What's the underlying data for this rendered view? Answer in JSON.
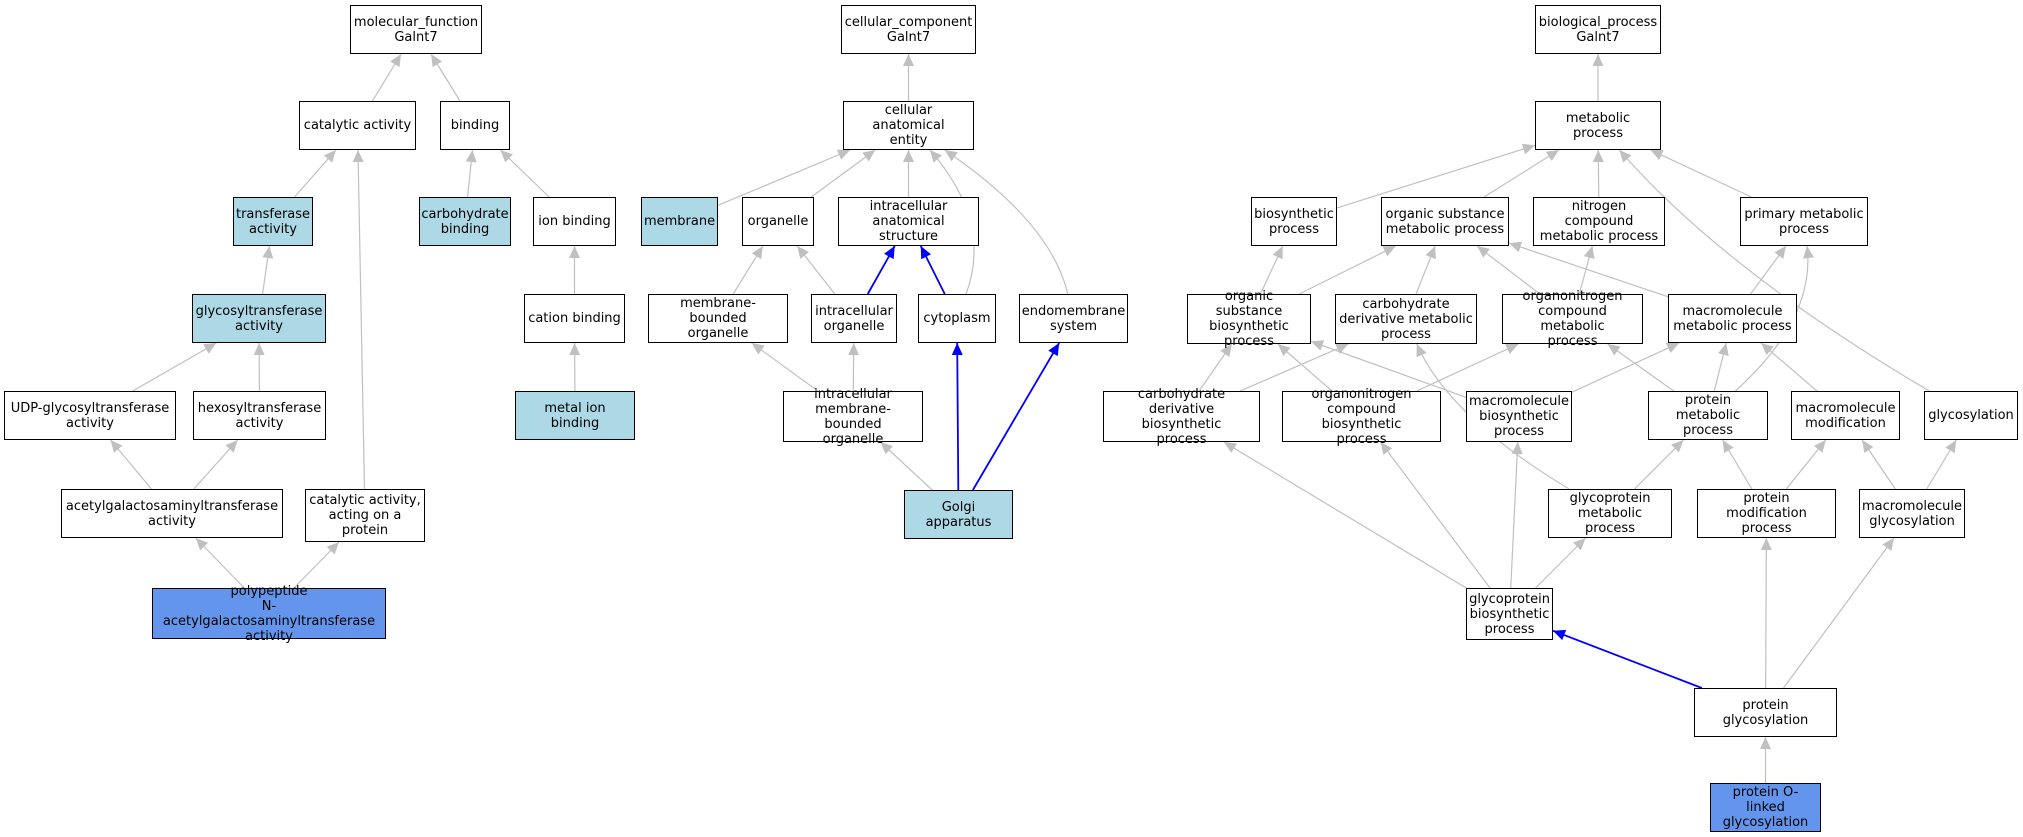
{
  "graph": {
    "nodes": {
      "mf_root": {
        "label": "molecular_function\nGalnt7",
        "fill": "white"
      },
      "catalytic": {
        "label": "catalytic activity",
        "fill": "white"
      },
      "binding": {
        "label": "binding",
        "fill": "white"
      },
      "transferase": {
        "label": "transferase\nactivity",
        "fill": "light"
      },
      "carb_binding": {
        "label": "carbohydrate\nbinding",
        "fill": "light"
      },
      "ion_binding": {
        "label": "ion binding",
        "fill": "white"
      },
      "glycosyltransferase": {
        "label": "glycosyltransferase\nactivity",
        "fill": "light"
      },
      "cation_binding": {
        "label": "cation binding",
        "fill": "white"
      },
      "udp_glyco": {
        "label": "UDP-glycosyltransferase\nactivity",
        "fill": "white"
      },
      "hexosyl": {
        "label": "hexosyltransferase\nactivity",
        "fill": "white"
      },
      "metal_ion": {
        "label": "metal ion binding",
        "fill": "light"
      },
      "acetylgal": {
        "label": "acetylgalactosaminyltransferase\nactivity",
        "fill": "white"
      },
      "cat_protein": {
        "label": "catalytic activity,\nacting on a\nprotein",
        "fill": "white"
      },
      "polypeptide": {
        "label": "polypeptide\nN-acetylgalactosaminyltransferase\nactivity",
        "fill": "dark"
      },
      "cc_root": {
        "label": "cellular_component\nGalnt7",
        "fill": "white"
      },
      "cell_anat": {
        "label": "cellular anatomical\nentity",
        "fill": "white"
      },
      "membrane": {
        "label": "membrane",
        "fill": "light"
      },
      "organelle": {
        "label": "organelle",
        "fill": "white"
      },
      "intra_anat": {
        "label": "intracellular\nanatomical structure",
        "fill": "white"
      },
      "mem_bounded": {
        "label": "membrane-bounded\norganelle",
        "fill": "white"
      },
      "intra_org": {
        "label": "intracellular\norganelle",
        "fill": "white"
      },
      "cytoplasm": {
        "label": "cytoplasm",
        "fill": "white"
      },
      "endomembrane": {
        "label": "endomembrane\nsystem",
        "fill": "white"
      },
      "intra_mem_bounded": {
        "label": "intracellular\nmembrane-bounded\norganelle",
        "fill": "white"
      },
      "golgi": {
        "label": "Golgi apparatus",
        "fill": "light"
      },
      "bp_root": {
        "label": "biological_process\nGalnt7",
        "fill": "white"
      },
      "metabolic": {
        "label": "metabolic process",
        "fill": "white"
      },
      "biosynthetic": {
        "label": "biosynthetic\nprocess",
        "fill": "white"
      },
      "org_sub_met": {
        "label": "organic substance\nmetabolic process",
        "fill": "white"
      },
      "nitrogen": {
        "label": "nitrogen compound\nmetabolic process",
        "fill": "white"
      },
      "primary": {
        "label": "primary metabolic\nprocess",
        "fill": "white"
      },
      "org_sub_bio": {
        "label": "organic substance\nbiosynthetic\nprocess",
        "fill": "white"
      },
      "carb_deriv_met": {
        "label": "carbohydrate\nderivative metabolic\nprocess",
        "fill": "white"
      },
      "organonitrogen_met": {
        "label": "organonitrogen\ncompound metabolic\nprocess",
        "fill": "white"
      },
      "macromol_met": {
        "label": "macromolecule\nmetabolic process",
        "fill": "white"
      },
      "carb_deriv_bio": {
        "label": "carbohydrate\nderivative biosynthetic\nprocess",
        "fill": "white"
      },
      "organonitrogen_bio": {
        "label": "organonitrogen\ncompound biosynthetic\nprocess",
        "fill": "white"
      },
      "macromol_bio": {
        "label": "macromolecule\nbiosynthetic\nprocess",
        "fill": "white"
      },
      "protein_met": {
        "label": "protein metabolic\nprocess",
        "fill": "white"
      },
      "macromol_mod": {
        "label": "macromolecule\nmodification",
        "fill": "white"
      },
      "glycosylation": {
        "label": "glycosylation",
        "fill": "white"
      },
      "glycoprotein_met": {
        "label": "glycoprotein\nmetabolic process",
        "fill": "white"
      },
      "protein_mod": {
        "label": "protein modification\nprocess",
        "fill": "white"
      },
      "macromol_glyco": {
        "label": "macromolecule\nglycosylation",
        "fill": "white"
      },
      "glycoprotein_bio": {
        "label": "glycoprotein\nbiosynthetic\nprocess",
        "fill": "white"
      },
      "protein_glyco": {
        "label": "protein glycosylation",
        "fill": "white"
      },
      "protein_olinked": {
        "label": "protein O-linked\nglycosylation",
        "fill": "dark"
      }
    },
    "edges": [
      {
        "from": "catalytic",
        "to": "mf_root",
        "color": "gray"
      },
      {
        "from": "binding",
        "to": "mf_root",
        "color": "gray"
      },
      {
        "from": "transferase",
        "to": "catalytic",
        "color": "gray"
      },
      {
        "from": "cat_protein",
        "to": "catalytic",
        "color": "gray"
      },
      {
        "from": "carb_binding",
        "to": "binding",
        "color": "gray"
      },
      {
        "from": "ion_binding",
        "to": "binding",
        "color": "gray"
      },
      {
        "from": "glycosyltransferase",
        "to": "transferase",
        "color": "gray"
      },
      {
        "from": "cation_binding",
        "to": "ion_binding",
        "color": "gray"
      },
      {
        "from": "udp_glyco",
        "to": "glycosyltransferase",
        "color": "gray"
      },
      {
        "from": "hexosyl",
        "to": "glycosyltransferase",
        "color": "gray"
      },
      {
        "from": "metal_ion",
        "to": "cation_binding",
        "color": "gray"
      },
      {
        "from": "acetylgal",
        "to": "udp_glyco",
        "color": "gray"
      },
      {
        "from": "acetylgal",
        "to": "hexosyl",
        "color": "gray"
      },
      {
        "from": "polypeptide",
        "to": "acetylgal",
        "color": "gray"
      },
      {
        "from": "polypeptide",
        "to": "cat_protein",
        "color": "gray"
      },
      {
        "from": "cell_anat",
        "to": "cc_root",
        "color": "gray"
      },
      {
        "from": "membrane",
        "to": "cell_anat",
        "color": "gray"
      },
      {
        "from": "organelle",
        "to": "cell_anat",
        "color": "gray"
      },
      {
        "from": "intra_anat",
        "to": "cell_anat",
        "color": "gray"
      },
      {
        "from": "cytoplasm",
        "to": "cell_anat",
        "color": "gray",
        "curve": 1
      },
      {
        "from": "endomembrane",
        "to": "cell_anat",
        "color": "gray",
        "curve": 1
      },
      {
        "from": "mem_bounded",
        "to": "organelle",
        "color": "gray"
      },
      {
        "from": "intra_org",
        "to": "organelle",
        "color": "gray"
      },
      {
        "from": "intra_org",
        "to": "intra_anat",
        "color": "blue"
      },
      {
        "from": "cytoplasm",
        "to": "intra_anat",
        "color": "blue"
      },
      {
        "from": "intra_mem_bounded",
        "to": "mem_bounded",
        "color": "gray"
      },
      {
        "from": "intra_mem_bounded",
        "to": "intra_org",
        "color": "gray"
      },
      {
        "from": "golgi",
        "to": "intra_mem_bounded",
        "color": "gray"
      },
      {
        "from": "golgi",
        "to": "cytoplasm",
        "color": "blue"
      },
      {
        "from": "golgi",
        "to": "endomembrane",
        "color": "blue"
      },
      {
        "from": "metabolic",
        "to": "bp_root",
        "color": "gray"
      },
      {
        "from": "biosynthetic",
        "to": "metabolic",
        "color": "gray"
      },
      {
        "from": "org_sub_met",
        "to": "metabolic",
        "color": "gray"
      },
      {
        "from": "nitrogen",
        "to": "metabolic",
        "color": "gray"
      },
      {
        "from": "primary",
        "to": "metabolic",
        "color": "gray"
      },
      {
        "from": "glycosylation",
        "to": "metabolic",
        "color": "gray",
        "curve": -1
      },
      {
        "from": "org_sub_bio",
        "to": "biosynthetic",
        "color": "gray"
      },
      {
        "from": "org_sub_bio",
        "to": "org_sub_met",
        "color": "gray"
      },
      {
        "from": "carb_deriv_met",
        "to": "org_sub_met",
        "color": "gray"
      },
      {
        "from": "organonitrogen_met",
        "to": "org_sub_met",
        "color": "gray"
      },
      {
        "from": "organonitrogen_met",
        "to": "nitrogen",
        "color": "gray"
      },
      {
        "from": "macromol_met",
        "to": "org_sub_met",
        "color": "gray"
      },
      {
        "from": "macromol_met",
        "to": "primary",
        "color": "gray"
      },
      {
        "from": "carb_deriv_bio",
        "to": "org_sub_bio",
        "color": "gray"
      },
      {
        "from": "carb_deriv_bio",
        "to": "carb_deriv_met",
        "color": "gray"
      },
      {
        "from": "organonitrogen_bio",
        "to": "org_sub_bio",
        "color": "gray"
      },
      {
        "from": "organonitrogen_bio",
        "to": "organonitrogen_met",
        "color": "gray"
      },
      {
        "from": "macromol_bio",
        "to": "org_sub_bio",
        "color": "gray"
      },
      {
        "from": "macromol_bio",
        "to": "macromol_met",
        "color": "gray"
      },
      {
        "from": "protein_met",
        "to": "macromol_met",
        "color": "gray"
      },
      {
        "from": "protein_met",
        "to": "organonitrogen_met",
        "color": "gray"
      },
      {
        "from": "protein_met",
        "to": "primary",
        "color": "gray",
        "curve": 1
      },
      {
        "from": "macromol_mod",
        "to": "macromol_met",
        "color": "gray"
      },
      {
        "from": "glycoprotein_met",
        "to": "protein_met",
        "color": "gray"
      },
      {
        "from": "glycoprotein_met",
        "to": "carb_deriv_met",
        "color": "gray",
        "curve": -1
      },
      {
        "from": "protein_mod",
        "to": "protein_met",
        "color": "gray"
      },
      {
        "from": "protein_mod",
        "to": "macromol_mod",
        "color": "gray"
      },
      {
        "from": "macromol_glyco",
        "to": "macromol_mod",
        "color": "gray"
      },
      {
        "from": "macromol_glyco",
        "to": "glycosylation",
        "color": "gray"
      },
      {
        "from": "glycoprotein_bio",
        "to": "carb_deriv_bio",
        "color": "gray"
      },
      {
        "from": "glycoprotein_bio",
        "to": "organonitrogen_bio",
        "color": "gray"
      },
      {
        "from": "glycoprotein_bio",
        "to": "macromol_bio",
        "color": "gray"
      },
      {
        "from": "glycoprotein_bio",
        "to": "glycoprotein_met",
        "color": "gray"
      },
      {
        "from": "protein_glyco",
        "to": "glycoprotein_bio",
        "color": "blue"
      },
      {
        "from": "protein_glyco",
        "to": "protein_mod",
        "color": "gray"
      },
      {
        "from": "protein_glyco",
        "to": "macromol_glyco",
        "color": "gray"
      },
      {
        "from": "protein_olinked",
        "to": "protein_glyco",
        "color": "gray"
      }
    ],
    "colors": {
      "white": "#ffffff",
      "light": "#add8e6",
      "dark": "#6495ed",
      "gray": "#c0c0c0",
      "blue": "#0000ff"
    }
  }
}
